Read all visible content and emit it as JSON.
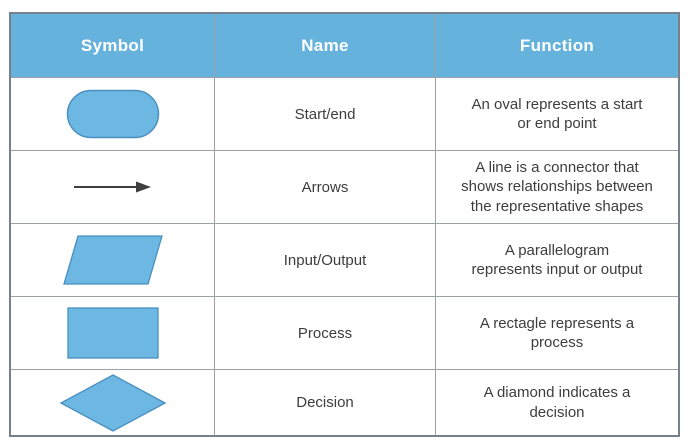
{
  "table": {
    "headers": [
      "Symbol",
      "Name",
      "Function"
    ],
    "rows": [
      {
        "symbol": "oval",
        "name": "Start/end",
        "function": "An oval represents a start\nor end point"
      },
      {
        "symbol": "arrow",
        "name": "Arrows",
        "function": "A line is a connector that\nshows relationships between\nthe representative shapes"
      },
      {
        "symbol": "parallelogram",
        "name": "Input/Output",
        "function": "A parallelogram\nrepresents input or output"
      },
      {
        "symbol": "rectangle",
        "name": "Process",
        "function": "A rectagle represents a\nprocess"
      },
      {
        "symbol": "diamond",
        "name": "Decision",
        "function": "A diamond indicates a\ndecision"
      }
    ]
  },
  "colors": {
    "header_bg": "#65b2dd",
    "header_text": "#ffffff",
    "shape_fill": "#6db8e3",
    "shape_stroke": "#4a8fc0",
    "arrow_color": "#3f3f3f",
    "border_outer": "#75828c",
    "border_inner": "#9aa2a8",
    "text": "#3d3d3d",
    "page_bg": "#ffffff"
  }
}
